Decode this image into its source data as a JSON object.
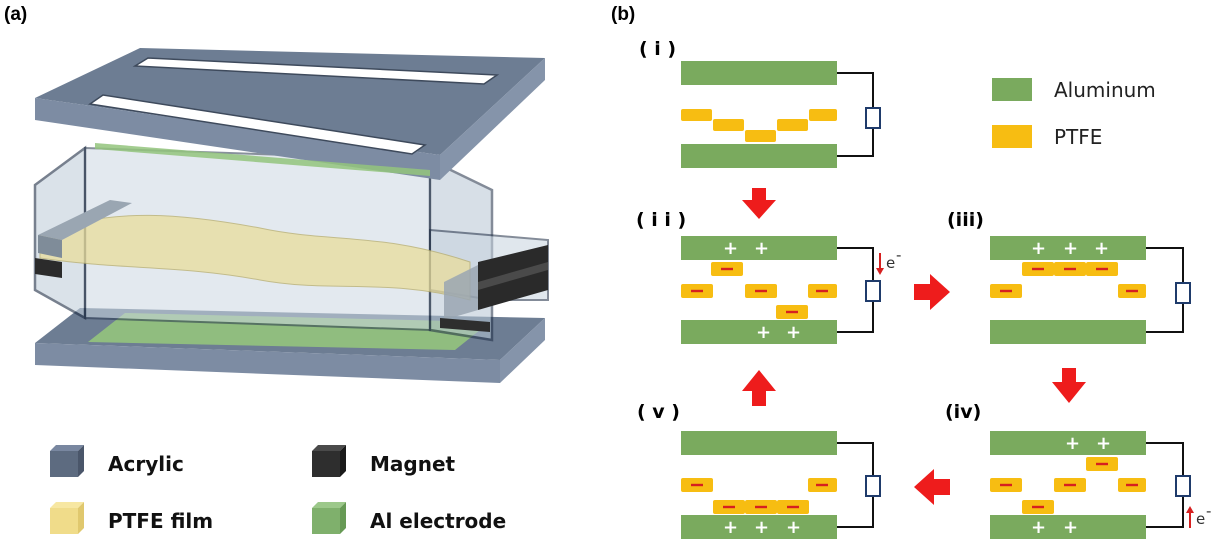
{
  "panel_a": {
    "label": "(a)",
    "legend": [
      {
        "label": "Acrylic",
        "color": "#5d6b80",
        "icon": "acrylic-cube-icon"
      },
      {
        "label": "Magnet",
        "color": "#2e2e2e",
        "icon": "magnet-cube-icon"
      },
      {
        "label": "PTFE film",
        "color": "#f0dc8a",
        "icon": "ptfe-cube-icon"
      },
      {
        "label": "Al electrode",
        "color": "#7fb06c",
        "icon": "al-cube-icon"
      }
    ]
  },
  "panel_b": {
    "label": "(b)",
    "legend": [
      {
        "label": "Aluminum",
        "color": "#7aaa5e"
      },
      {
        "label": "PTFE",
        "color": "#f7bd12"
      }
    ],
    "steps": [
      {
        "label": "( i )"
      },
      {
        "label": "( i i )",
        "electron": "e"
      },
      {
        "label": "(iii)"
      },
      {
        "label": "(iv)",
        "electron": "e"
      },
      {
        "label": "( v )"
      }
    ],
    "plus_sign": "+",
    "electron_superscript": "-"
  },
  "colors": {
    "aluminum": "#7aaa5e",
    "ptfe": "#f7bd12",
    "arrow": "#ee1c1c",
    "minus": "#d62020"
  }
}
